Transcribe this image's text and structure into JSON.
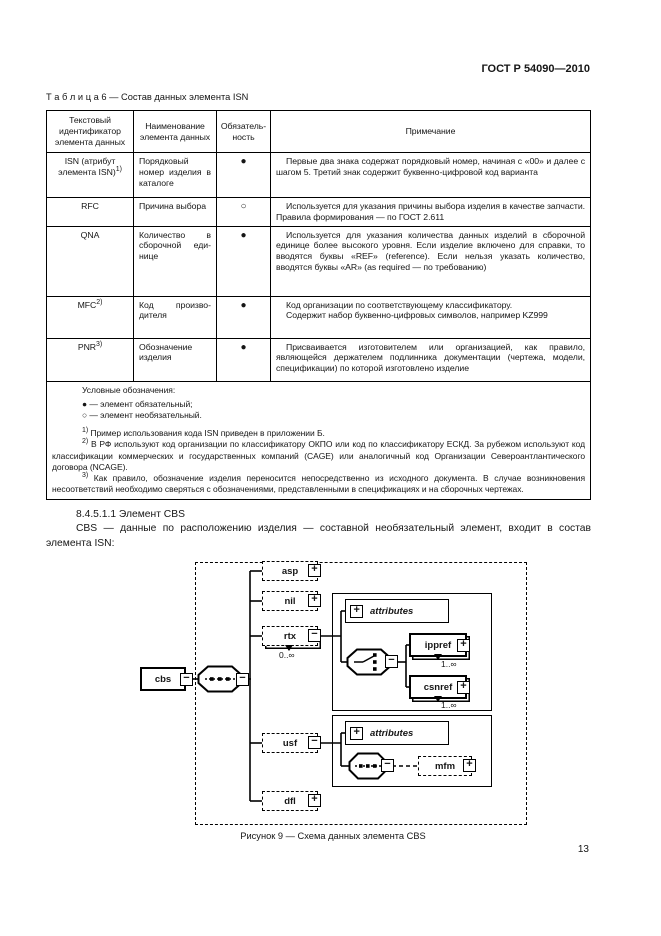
{
  "header": {
    "doc_code": "ГОСТ Р 54090—2010",
    "page_number": "13"
  },
  "table": {
    "caption": "Т а б л и ц а  6 — Состав данных элемента ISN",
    "columns": [
      "Текстовый идентификатор элемента данных",
      "Наименование элемента данных",
      "Обязатель­ность",
      "Примечание"
    ],
    "rows": [
      {
        "code": "ISN (атрибут элемента ISN)",
        "code_sup": "1)",
        "name": "Порядковый номер изделия в каталоге",
        "mandatory": "●",
        "note": "Первые два знака содержат порядковый номер, начиная с «00» и далее с шагом 5. Третий знак содержит буквенно-цифровой код варианта",
        "note2": ""
      },
      {
        "code": "RFC",
        "code_sup": "",
        "name": "Причина вы­бора",
        "mandatory": "○",
        "note": "Используется для указания причины выбора изделия в качестве запчасти. Правила формирования — по ГОСТ 2.611",
        "note2": ""
      },
      {
        "code": "QNA",
        "code_sup": "",
        "name": "Количество в сборочной еди­нице",
        "mandatory": "●",
        "note": "Используется для указания количества данных изделий в сборочной единице более высокого уровня. Если изделие включено для справки, то вводятся буквы «REF» (reference). Если нельзя указать количество, вводятся буквы «AR» (as required — по требованию)",
        "note2": ""
      },
      {
        "code": "MFC",
        "code_sup": "2)",
        "name": "Код произво­дителя",
        "mandatory": "●",
        "note": "Код организации по соответствующему классификатору.",
        "note2": "Содержит набор буквенно-цифровых символов, например KZ999"
      },
      {
        "code": "PNR",
        "code_sup": "3)",
        "name": "Обозначение изделия",
        "mandatory": "●",
        "note": "Присваивается изготовителем или организацией, как правило, являющейся держателем подлинника документации (чертежа, модели, спецификации) по которой изготовлено изделие",
        "note2": ""
      }
    ],
    "legend": {
      "title": "Условные обозначения:",
      "items": [
        "● — элемент обязательный;",
        "○ — элемент необязательный."
      ]
    },
    "footnotes": [
      {
        "sup": "1)",
        "text": "Пример использования кода ISN приведен в приложении Б."
      },
      {
        "sup": "2)",
        "text": "В РФ используют код организации по классификатору ОКПО или код по классификатору ЕСКД. За рубежом используют код классификации коммерческих и государственных компаний (CAGE) или аналогичный код Организации Североантлантического договора (NCAGE)."
      },
      {
        "sup": "3)",
        "text": "Как правило, обозначение изделия переносится непосредственно из исходного документа. В случае возникновения несоответствий необходимо сверяться с обозначениями, представленными в спецификациях и на сборочных чертежах."
      }
    ]
  },
  "section": {
    "heading": "8.4.5.1.1  Элемент CBS",
    "paragraph": "CBS — данные по расположению изделия — составной необязательный элемент, входит в состав элемента ISN:"
  },
  "figure": {
    "caption": "Рисунок 9 — Схема данных элемента CBS"
  },
  "diagram": {
    "root": {
      "label": "cbs",
      "toggle": "−"
    },
    "sequence_toggle": "−",
    "children": {
      "asp": {
        "label": "asp",
        "toggle": "+"
      },
      "nil": {
        "label": "nil",
        "toggle": "+"
      },
      "rtx": {
        "label": "rtx",
        "toggle": "−",
        "occurs": "0..∞"
      },
      "usf": {
        "label": "usf",
        "toggle": "−"
      },
      "dfl": {
        "label": "dfl",
        "toggle": "+"
      }
    },
    "rtx_group": {
      "attributes_label": "attributes",
      "attributes_toggle": "+",
      "choice_toggle": "−",
      "ippref": {
        "label": "ippref",
        "toggle": "+",
        "occurs": "1..∞"
      },
      "csnref": {
        "label": "csnref",
        "toggle": "+",
        "occurs": "1..∞"
      }
    },
    "usf_group": {
      "attributes_label": "attributes",
      "attributes_toggle": "+",
      "sequence_toggle": "−",
      "mfm": {
        "label": "mfm",
        "toggle": "+"
      }
    }
  }
}
